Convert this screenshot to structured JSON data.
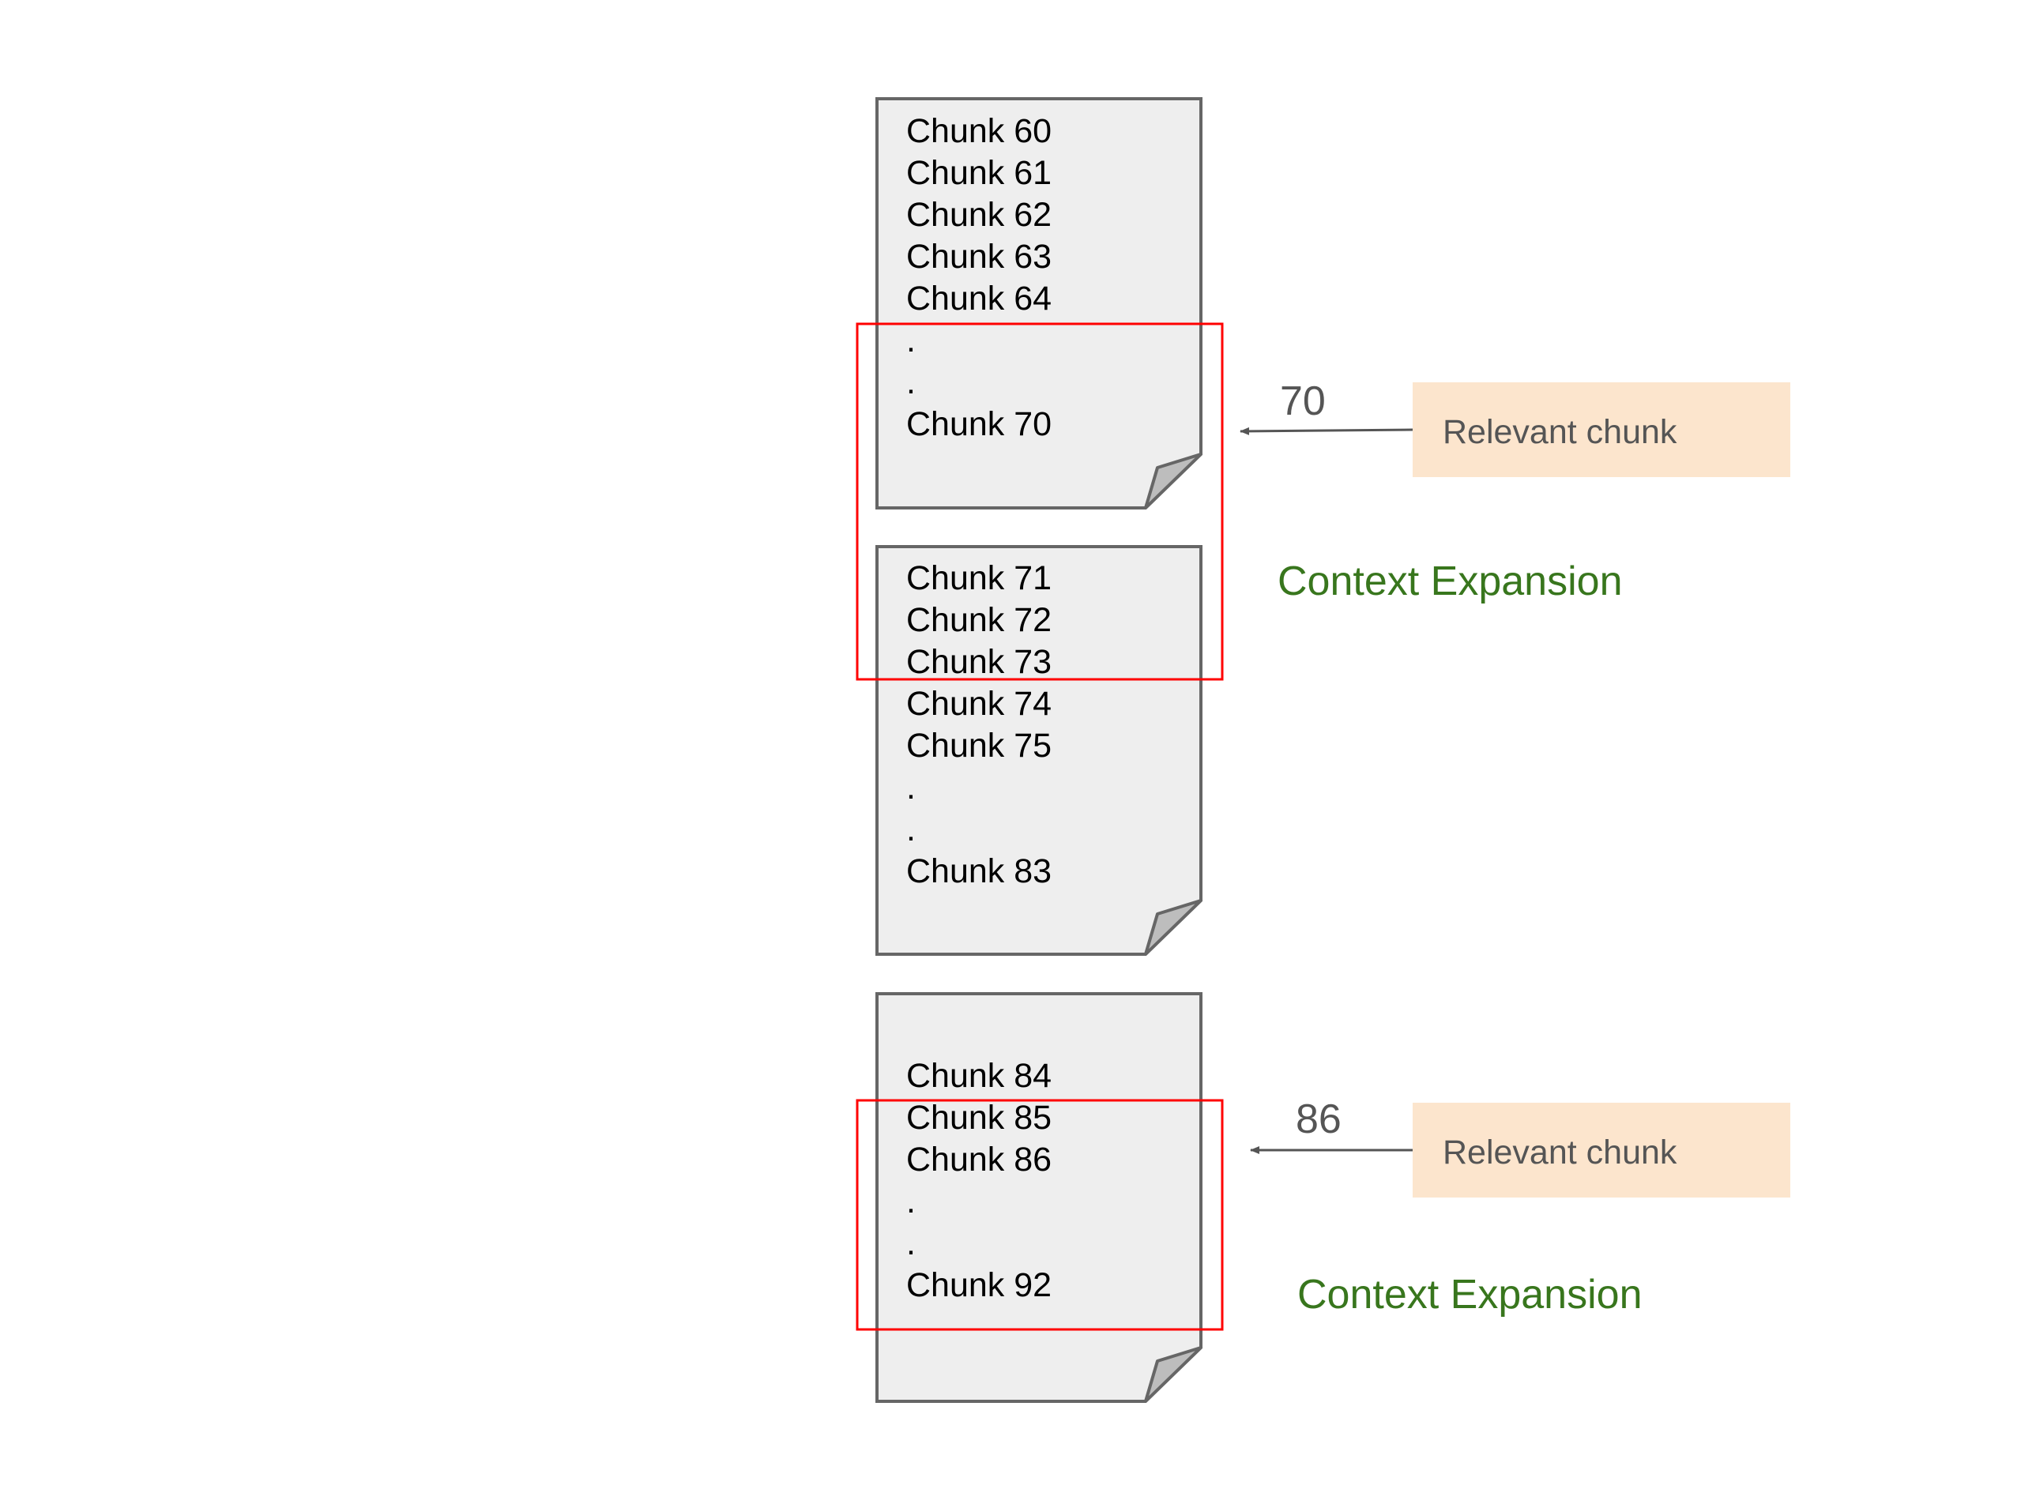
{
  "colors": {
    "page_fill": "#eeeeee",
    "page_stroke": "#666666",
    "fold_fill": "#bdbdbd",
    "highlight_stroke": "#ff0000",
    "label_fill": "#fce5cd",
    "label_text": "#555555",
    "expansion_text": "#38761d",
    "arrow": "#555555"
  },
  "pages": [
    {
      "lines": [
        "Chunk 60",
        "Chunk 61",
        "Chunk 62",
        "Chunk 63",
        "Chunk 64",
        ".",
        ".",
        "Chunk 70"
      ]
    },
    {
      "lines": [
        "Chunk 71",
        "Chunk 72",
        "Chunk 73",
        "Chunk 74",
        "Chunk 75",
        ".",
        ".",
        "Chunk 83"
      ]
    },
    {
      "lines": [
        "Chunk 84",
        "Chunk 85",
        "Chunk 86",
        ".",
        ".",
        "Chunk 92"
      ]
    }
  ],
  "relevant": [
    {
      "number": "70",
      "label": "Relevant chunk"
    },
    {
      "number": "86",
      "label": "Relevant chunk"
    }
  ],
  "expansions": [
    {
      "label": "Context Expansion"
    },
    {
      "label": "Context Expansion"
    }
  ]
}
